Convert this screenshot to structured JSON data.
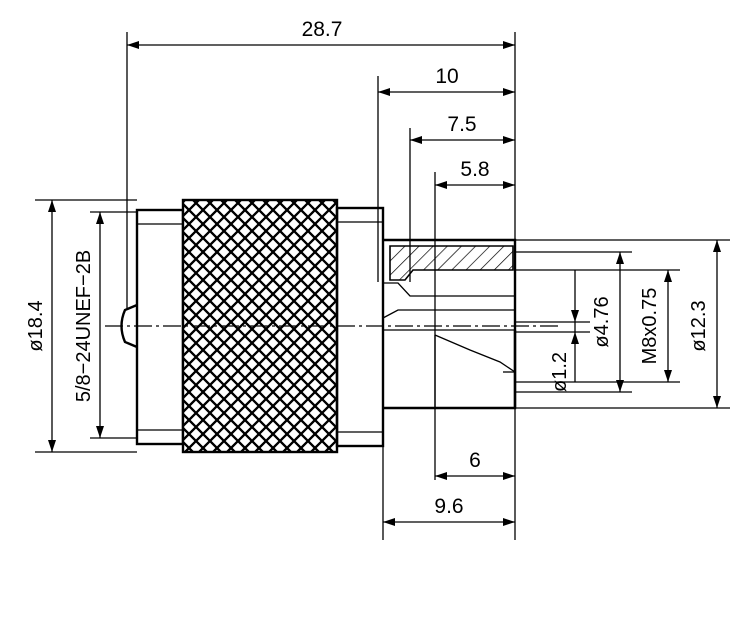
{
  "dimensions": {
    "overall_length": "28.7",
    "len_10": "10",
    "len_7_5": "7.5",
    "len_5_8": "5.8",
    "len_6": "6",
    "len_9_6": "9.6",
    "dia_18_4": "ø18.4",
    "thread": "5/8−24UNEF−2B",
    "dia_4_76": "ø4.76",
    "thread_m8": "M8x0.75",
    "dia_12_3": "ø12.3",
    "dia_1_2": "ø1.2"
  },
  "colors": {
    "line": "#000000",
    "background": "#ffffff"
  }
}
